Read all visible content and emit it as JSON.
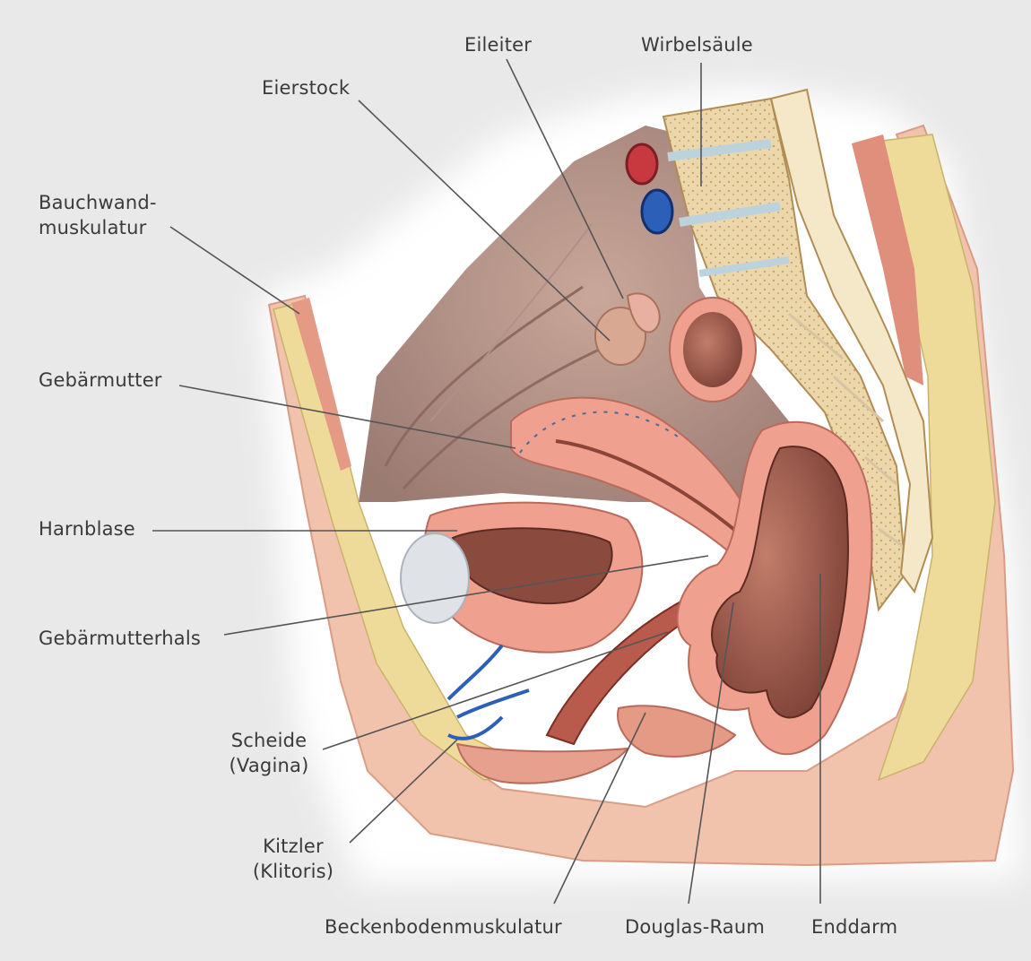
{
  "labels": {
    "eileiter": "Eileiter",
    "wirbelsaeule": "Wirbelsäule",
    "eierstock": "Eierstock",
    "bauchwand_1": "Bauchwand-",
    "bauchwand_2": "muskulatur",
    "gebaermutter": "Gebärmutter",
    "harnblase": "Harnblase",
    "gebaermutterhals": "Gebärmutterhals",
    "scheide_1": "Scheide",
    "scheide_2": "(Vagina)",
    "kitzler_1": "Kitzler",
    "kitzler_2": "(Klitoris)",
    "beckenboden": "Beckenbodenmuskulatur",
    "douglas": "Douglas-Raum",
    "enddarm": "Enddarm"
  },
  "colors": {
    "background": "#e9e9ea",
    "skin": "#f1c3ad",
    "fat": "#eedb9a",
    "muscle": "#e59a86",
    "uterus": "#f0a08f",
    "bowel": "#a9685a",
    "bone": "#e9d3a6",
    "vein": "#2c5fb8",
    "artery": "#c8383f",
    "leader": "#555555"
  }
}
